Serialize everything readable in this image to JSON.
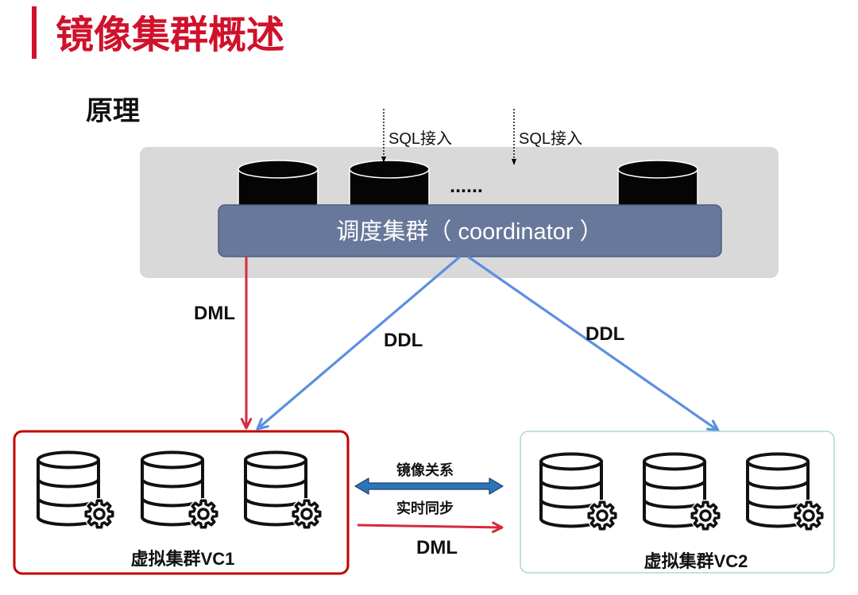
{
  "title": "镜像集群概述",
  "section_label": "原理",
  "sql_access": [
    "SQL接入",
    "SQL接入"
  ],
  "ellipsis": "......",
  "coordinator": {
    "label": "调度集群（ coordinator ）",
    "node_icon": "database-cylinder-icon"
  },
  "flows": {
    "dml": "DML",
    "ddl_vc1": "DDL",
    "ddl_vc2": "DDL"
  },
  "mirror": {
    "relation": "镜像关系",
    "sync": "实时同步",
    "dml": "DML"
  },
  "clusters": [
    {
      "label": "虚拟集群VC1",
      "node_icon": "database-gear-icon"
    },
    {
      "label": "虚拟集群VC2",
      "node_icon": "database-gear-icon"
    }
  ],
  "colors": {
    "title": "#d0112b",
    "panel": "#d9d9d9",
    "coordinator_fill": "#68789a",
    "coordinator_border": "#4f5d7c",
    "dml_arrow": "#d42a3f",
    "ddl_arrow": "#5b8fe0",
    "mirror_arrow_fill": "#2e75b6",
    "mirror_arrow_border": "#1f3f73",
    "vc1_border": "#c00000",
    "vc2_border": "#a9dccb"
  }
}
